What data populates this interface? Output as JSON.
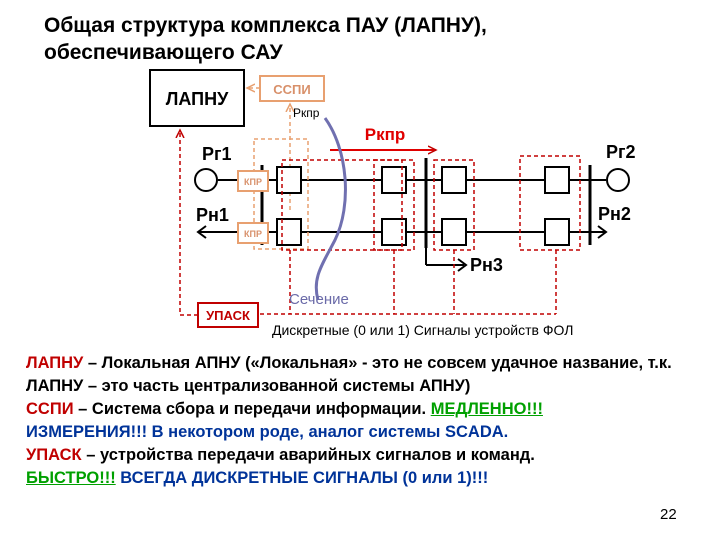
{
  "title": {
    "line1": "Общая структура комплекса ПАУ (ЛАПНУ),",
    "line2": "обеспечивающего САУ"
  },
  "diagram": {
    "lapnu_label": "ЛАПНУ",
    "sspi_label": "ССПИ",
    "rkpr_small": "Ркпр",
    "rkpr_main": "Ркпр",
    "rg1": "Рг1",
    "rg2": "Рг2",
    "rn1": "Рн1",
    "rn2": "Рн2",
    "rn3": "Рн3",
    "kpr_top": "КПР",
    "kpr_bottom": "КПР",
    "section_label": "Сечение",
    "upask_label": "УПАСК",
    "signals_label": "Дискретные (0 или 1) Сигналы устройств ФОЛ",
    "colors": {
      "red": "#c00000",
      "orange": "#e8a070",
      "blue": "#6a6aa8"
    }
  },
  "description": {
    "lapnu": {
      "term": "ЛАПНУ",
      "text": " – Локальная АПНУ («Локальная» - это не совсем удачное название, т.к. ЛАПНУ – это часть централизованной системы АПНУ)"
    },
    "sspi": {
      "term": "ССПИ",
      "text": " – Система сбора и передачи информации. ",
      "emph": "МЕДЛЕННО!!!",
      "text2": "ИЗМЕРЕНИЯ!!! В некотором роде, аналог системы SCADA."
    },
    "upask": {
      "term": "УПАСК",
      "text": " – устройства передачи аварийных сигналов и команд.",
      "emph": "БЫСТРО!!!",
      "text2": " ВСЕГДА ДИСКРЕТНЫЕ СИГНАЛЫ (0 или 1)!!!"
    }
  },
  "page_number": "22"
}
